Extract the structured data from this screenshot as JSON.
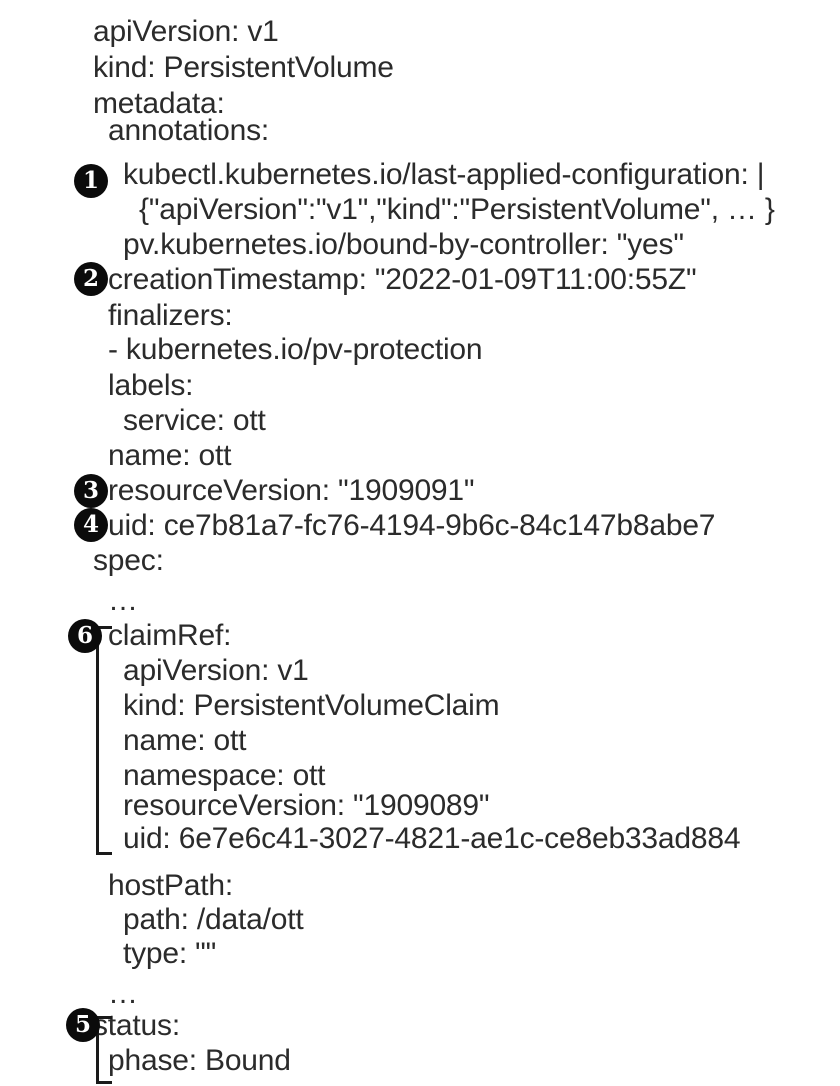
{
  "document": {
    "kind": "kubernetes-yaml-listing",
    "resource": "PersistentVolume",
    "text_color": "#2b2b2b",
    "badge_color": "#0b0b0b",
    "badge_text_color": "#ffffff",
    "background_color": "#ffffff"
  },
  "lines": [
    {
      "id": "l1",
      "indent": 0,
      "text": "apiVersion: v1"
    },
    {
      "id": "l2",
      "indent": 0,
      "text": "kind: PersistentVolume"
    },
    {
      "id": "l3",
      "indent": 0,
      "text": "metadata:"
    },
    {
      "id": "l4",
      "indent": 1,
      "text": "annotations:"
    },
    {
      "id": "l5",
      "indent": 2,
      "text": "kubectl.kubernetes.io/last-applied-configuration: |"
    },
    {
      "id": "l6",
      "indent": 3,
      "text": "{\"apiVersion\":\"v1\",\"kind\":\"PersistentVolume\", … }"
    },
    {
      "id": "l7",
      "indent": 2,
      "text": "pv.kubernetes.io/bound-by-controller: \"yes\""
    },
    {
      "id": "l8",
      "indent": 1,
      "text": "creationTimestamp: \"2022-01-09T11:00:55Z\""
    },
    {
      "id": "l9",
      "indent": 1,
      "text": "finalizers:"
    },
    {
      "id": "l10",
      "indent": 1,
      "text": "- kubernetes.io/pv-protection"
    },
    {
      "id": "l11",
      "indent": 1,
      "text": "labels:"
    },
    {
      "id": "l12",
      "indent": 2,
      "text": "service: ott"
    },
    {
      "id": "l13",
      "indent": 1,
      "text": "name: ott"
    },
    {
      "id": "l14",
      "indent": 1,
      "text": "resourceVersion: \"1909091\""
    },
    {
      "id": "l15",
      "indent": 1,
      "text": "uid: ce7b81a7-fc76-4194-9b6c-84c147b8abe7"
    },
    {
      "id": "l16",
      "indent": 0,
      "text": "spec:"
    },
    {
      "id": "l17",
      "indent": 1,
      "text": "…"
    },
    {
      "id": "l18",
      "indent": 1,
      "text": "claimRef:"
    },
    {
      "id": "l19",
      "indent": 2,
      "text": "apiVersion: v1"
    },
    {
      "id": "l20",
      "indent": 2,
      "text": "kind: PersistentVolumeClaim"
    },
    {
      "id": "l21",
      "indent": 2,
      "text": "name: ott"
    },
    {
      "id": "l22",
      "indent": 2,
      "text": "namespace: ott"
    },
    {
      "id": "l23",
      "indent": 2,
      "text": "resourceVersion: \"1909089\""
    },
    {
      "id": "l24",
      "indent": 2,
      "text": "uid: 6e7e6c41-3027-4821-ae1c-ce8eb33ad884"
    },
    {
      "id": "l25",
      "indent": 1,
      "text": "hostPath:"
    },
    {
      "id": "l26",
      "indent": 2,
      "text": "path: /data/ott"
    },
    {
      "id": "l27",
      "indent": 2,
      "text": "type: \"\""
    },
    {
      "id": "l28",
      "indent": 1,
      "text": "…"
    },
    {
      "id": "l29",
      "indent": 0,
      "text": "status:"
    },
    {
      "id": "l30",
      "indent": 1,
      "text": "phase: Bound"
    }
  ],
  "callouts": [
    {
      "id": "c1",
      "label": "1",
      "target": "kubectl.kubernetes.io/last-applied-configuration"
    },
    {
      "id": "c2",
      "label": "2",
      "target": "creationTimestamp"
    },
    {
      "id": "c3",
      "label": "3",
      "target": "resourceVersion"
    },
    {
      "id": "c4",
      "label": "4",
      "target": "uid"
    },
    {
      "id": "c6",
      "label": "6",
      "target": "claimRef"
    },
    {
      "id": "c5",
      "label": "5",
      "target": "status"
    }
  ],
  "brackets": [
    {
      "id": "b-claimref",
      "groups": "claimRef block"
    },
    {
      "id": "b-status",
      "groups": "status block"
    }
  ]
}
